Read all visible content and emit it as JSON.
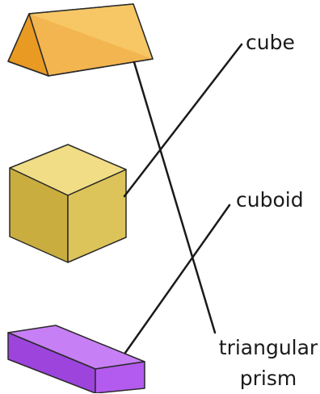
{
  "labels": {
    "cube": "cube",
    "cuboid": "cuboid",
    "triangular_prism_line1": "triangular",
    "triangular_prism_line2": "prism"
  },
  "colors": {
    "prism_fill": "#f2b14a",
    "cube_fill": "#e9d36e",
    "cuboid_fill": "#b45bef",
    "outline": "#2a2a2a",
    "connector": "#1a1a1a"
  },
  "matches": [
    {
      "shape": "triangular-prism",
      "label": "triangular prism"
    },
    {
      "shape": "cube",
      "label": "cube"
    },
    {
      "shape": "cuboid",
      "label": "cuboid"
    }
  ]
}
